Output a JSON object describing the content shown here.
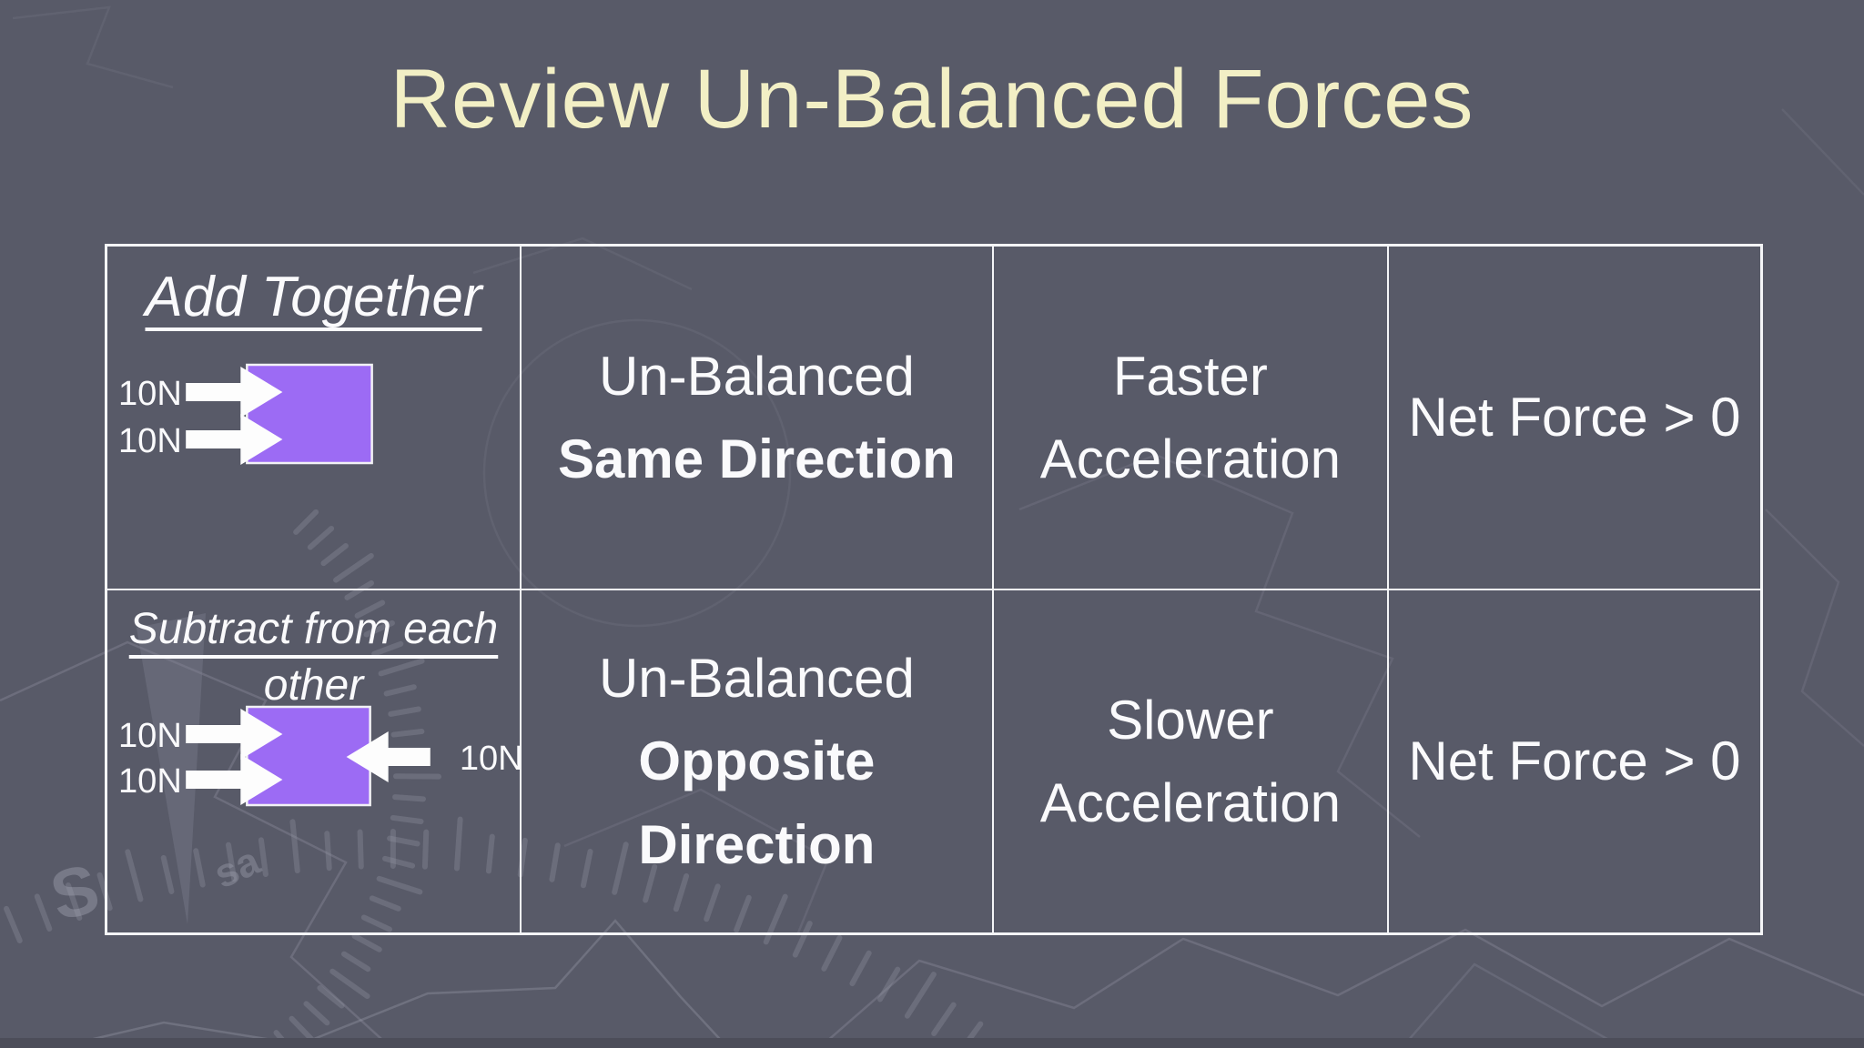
{
  "slide": {
    "title": "Review Un-Balanced Forces",
    "colors": {
      "background": "#585a68",
      "title_text": "#f2efc5",
      "body_text": "#fafafc",
      "box_fill": "#9c6bf4",
      "table_border": "#f4f5f7",
      "arrow_fill": "#fdfdfd"
    },
    "watermark": {
      "south_letter": "S",
      "small_letters": "sa"
    },
    "table": {
      "rows": [
        {
          "method_heading": "Add Together",
          "diagram": {
            "left_force_labels": [
              "10N",
              "10N"
            ],
            "right_force_labels": []
          },
          "balance_line1": "Un-Balanced",
          "balance_line2": "Same Direction",
          "acceleration": "Faster\nAcceleration",
          "net_force": "Net Force > 0"
        },
        {
          "method_heading": "Subtract from each\nother",
          "diagram": {
            "left_force_labels": [
              "10N",
              "10N"
            ],
            "right_force_labels": [
              "10N"
            ]
          },
          "balance_line1": "Un-Balanced",
          "balance_line2": "Opposite\nDirection",
          "acceleration": "Slower\nAcceleration",
          "net_force": "Net Force > 0"
        }
      ]
    }
  }
}
